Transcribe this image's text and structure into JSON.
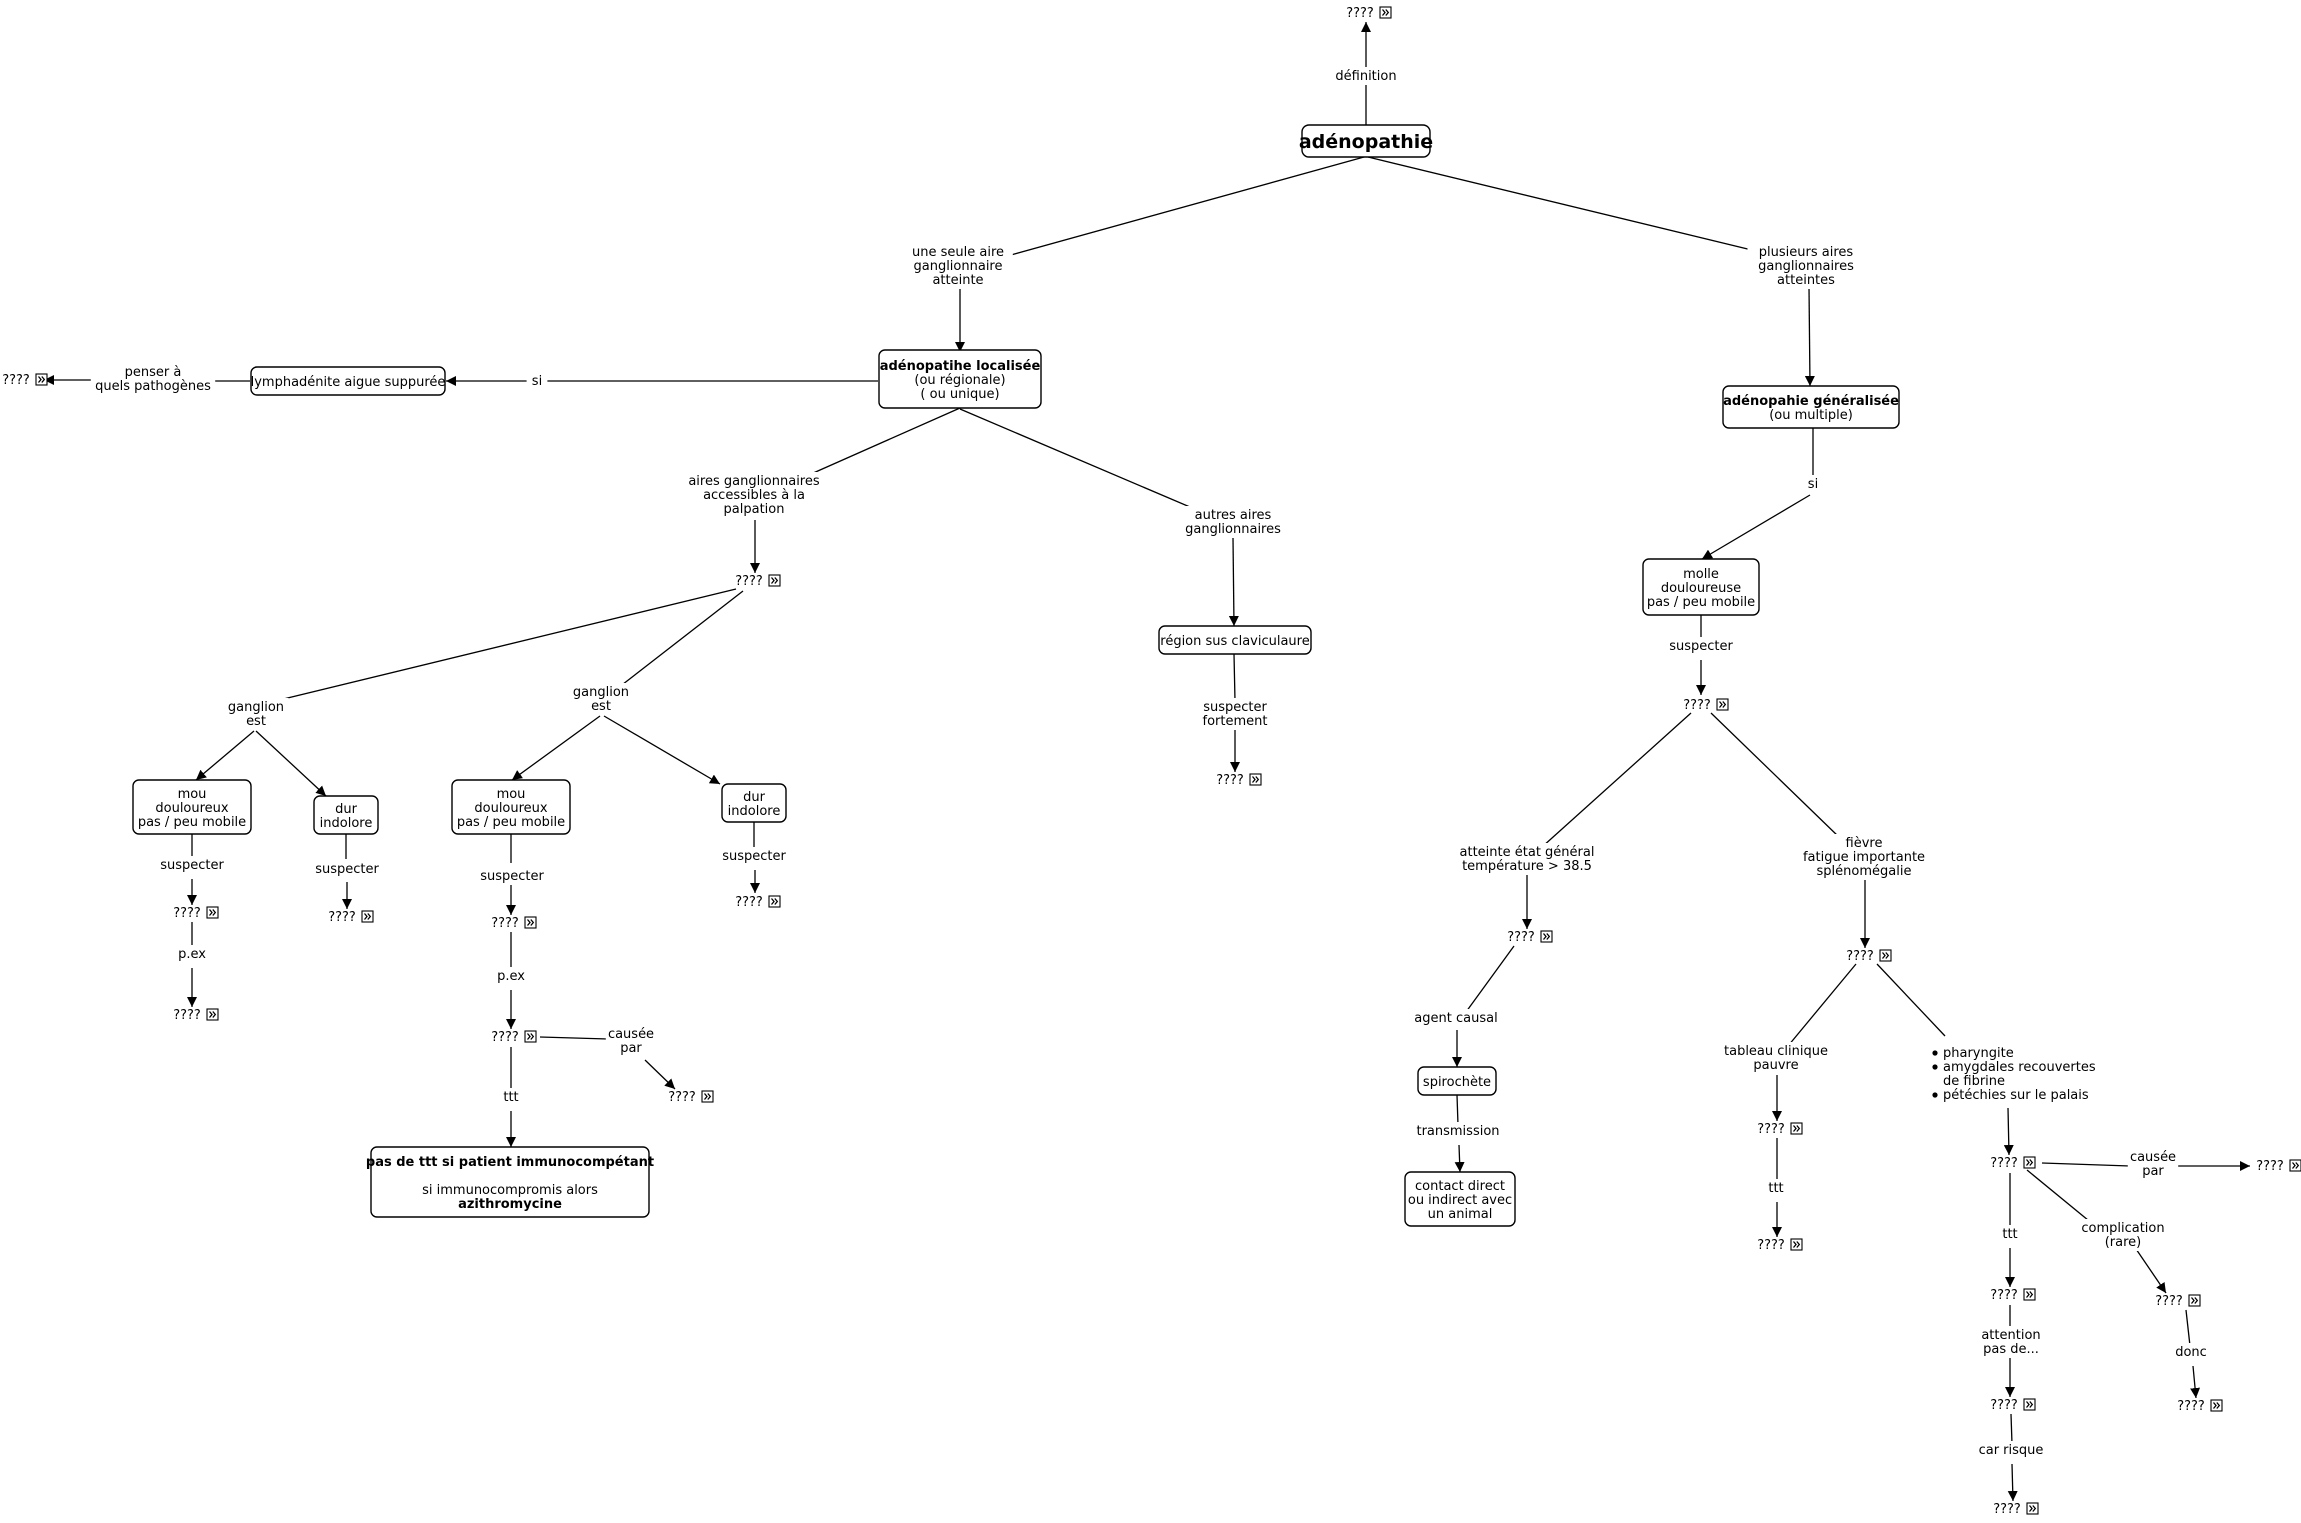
{
  "root": "adénopathie",
  "placeholder": "????",
  "nodes": {
    "n_def": "????",
    "n_loc": [
      "adénopatihe localisée",
      "(ou régionale)",
      "( ou unique)"
    ],
    "n_gen": [
      "adénopahie généralisée",
      "(ou multiple)"
    ],
    "n_lymph": "lymphadénite aigue suppurée",
    "n_path": "????",
    "n_q1": "????",
    "n_clav": "région sus claviculaure",
    "n_q_clav": "????",
    "n_molle_r": [
      "molle",
      "douloureuse",
      "pas / peu mobile"
    ],
    "n_q_r": "????",
    "n_mou1": [
      "mou",
      "douloureux",
      "pas / peu mobile"
    ],
    "n_dur1": [
      "dur",
      "indolore"
    ],
    "n_q_mou1": "????",
    "n_q_mou1b": "????",
    "n_q_dur1": "????",
    "n_mou2": [
      "mou",
      "douloureux",
      "pas / peu mobile"
    ],
    "n_dur2": [
      "dur",
      "indolore"
    ],
    "n_q_mou2": "????",
    "n_q_mou2b": "????",
    "n_q_cause": "????",
    "n_q_dur2": "????",
    "n_ttt": [
      "pas de ttt si patient immunocompétant",
      "",
      "si immunocompromis alors",
      "azithromycine"
    ],
    "n_q_aeg": "????",
    "n_spiro": "spirochète",
    "n_contact": [
      "contact direct",
      "ou indirect avec",
      "un animal"
    ],
    "n_q_fievre": "????",
    "n_q_tab": "????",
    "n_q_tab2": "????",
    "n_q_phar": "????",
    "n_q_cause2": "????",
    "n_q_ttt2": "????",
    "n_q_att": "????",
    "n_q_risk": "????",
    "n_q_comp": "????",
    "n_q_donc": "????"
  },
  "links": {
    "l_def": [
      "définition"
    ],
    "l_une": [
      "une seule aire",
      "ganglionnaire",
      "atteinte"
    ],
    "l_plus": [
      "plusieurs aires",
      "ganglionnaires",
      "atteintes"
    ],
    "l_si1": [
      "si"
    ],
    "l_penser": [
      "penser à",
      "quels pathogènes"
    ],
    "l_aires": [
      "aires ganglionnaires",
      "accessibles à la",
      "palpation"
    ],
    "l_autres": [
      "autres aires",
      "ganglionnaires"
    ],
    "l_si2": [
      "si"
    ],
    "l_susp_fort": [
      "suspecter",
      "fortement"
    ],
    "l_susp_r": [
      "suspecter"
    ],
    "l_gang1": [
      "ganglion",
      "est"
    ],
    "l_gang2": [
      "ganglion",
      "est"
    ],
    "l_susp1": [
      "suspecter"
    ],
    "l_pex1": [
      "p.ex"
    ],
    "l_susp2": [
      "suspecter"
    ],
    "l_susp3": [
      "suspecter"
    ],
    "l_pex2": [
      "p.ex"
    ],
    "l_causee1": [
      "causée",
      "par"
    ],
    "l_ttt1": [
      "ttt"
    ],
    "l_susp4": [
      "suspecter"
    ],
    "l_aeg": [
      "atteinte état général",
      "température > 38.5"
    ],
    "l_fievre": [
      "fièvre",
      "fatigue importante",
      "splénomégalie"
    ],
    "l_agent": [
      "agent causal"
    ],
    "l_trans": [
      "transmission"
    ],
    "l_tableau": [
      "tableau clinique",
      "pauvre"
    ],
    "l_phar": [
      "pharyngite",
      "amygdales recouvertes",
      "de fibrine",
      "pétéchies sur le palais"
    ],
    "l_ttt_tab": [
      "ttt"
    ],
    "l_causee2": [
      "causée",
      "par"
    ],
    "l_ttt2": [
      "ttt"
    ],
    "l_comp": [
      "complication",
      "(rare)"
    ],
    "l_att": [
      "attention",
      "pas de..."
    ],
    "l_donc": [
      "donc"
    ],
    "l_risk": [
      "car risque"
    ]
  }
}
